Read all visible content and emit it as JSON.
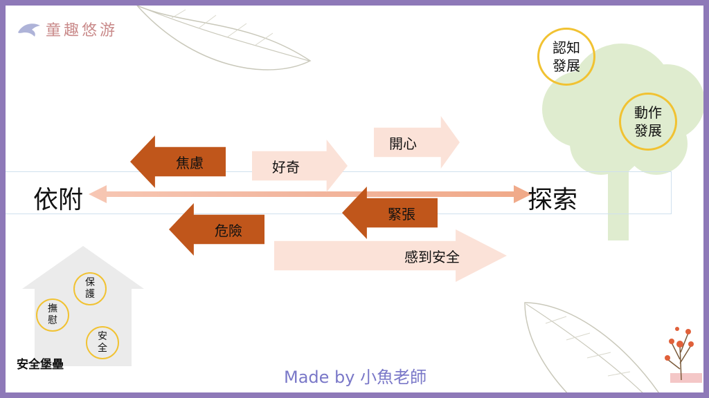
{
  "brand": {
    "name": "童趣悠游",
    "logo_icon": "dolphin-icon"
  },
  "axis": {
    "left_label": "依附",
    "right_label": "探索"
  },
  "right_arrows": [
    {
      "label": "開心"
    },
    {
      "label": "好奇"
    },
    {
      "label": "感到安全"
    }
  ],
  "left_arrows": [
    {
      "label": "焦慮"
    },
    {
      "label": "緊張"
    },
    {
      "label": "危險"
    }
  ],
  "tree": {
    "circles": [
      {
        "label": "認知\n發展"
      },
      {
        "label": "動作\n發展"
      }
    ]
  },
  "house": {
    "title": "安全堡壘",
    "circles": [
      {
        "label": "保\n護"
      },
      {
        "label": "撫\n慰"
      },
      {
        "label": "安\n全"
      }
    ]
  },
  "credit": "Made by 小魚老師",
  "colors": {
    "frame": "#8e79b8",
    "danger_arrow": "#c0561b",
    "safe_arrow": "#fbe2d8",
    "axis_arrow": "#f2b59d",
    "circle_border": "#f1c232",
    "tree": "#dfeccf",
    "credit": "#7a78c8"
  }
}
